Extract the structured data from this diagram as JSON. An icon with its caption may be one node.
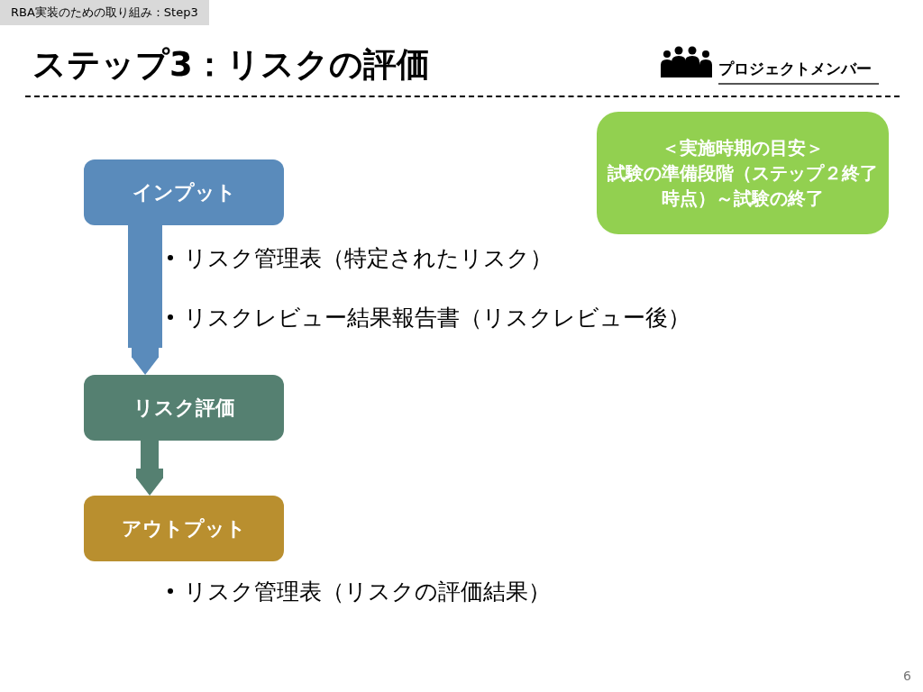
{
  "diagram": {
    "title": "ステップ3：リスクの評価",
    "nodes": [
      {
        "text": [
          "インプット"
        ]
      },
      {
        "text": [
          "リスク評価"
        ]
      },
      {
        "text": [
          "アウトプット"
        ]
      },
      {
        "text": [
          "＜実施時期の目安＞",
          "試験の準備段階（ステップ２終了時点）～試験の終了"
        ]
      }
    ],
    "edges": [
      {
        "from": 0,
        "to": 1,
        "arrow": "to",
        "style": "thick",
        "color": "#5a8bbb"
      },
      {
        "from": 1,
        "to": 2,
        "arrow": "to",
        "color": "#558071"
      }
    ],
    "labels": [
      "RBA実装のための取り組み：Step3",
      "プロジェクトメンバー",
      "リスク管理表（特定されたリスク）",
      "リスクレビュー結果報告書（リスクレビュー後）",
      "リスク管理表（リスクの評価結果）",
      "6"
    ]
  }
}
